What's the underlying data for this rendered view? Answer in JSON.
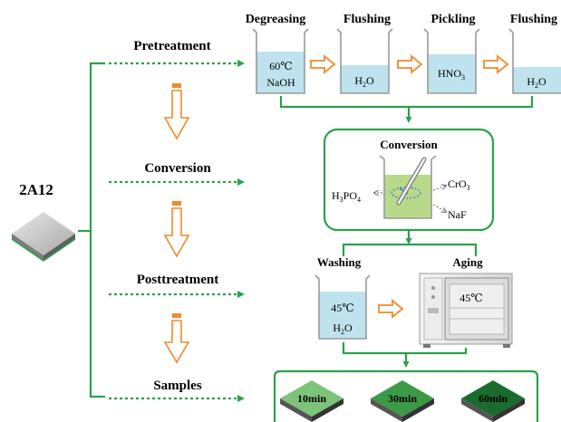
{
  "material": {
    "name": "2A12"
  },
  "stages": {
    "pretreatment": "Pretreatment",
    "conversion": "Conversion",
    "posttreatment": "Posttreatment",
    "samples": "Samples"
  },
  "pretreatment_steps": [
    {
      "title": "Degreasing",
      "line1": "60℃",
      "line2": "NaOH"
    },
    {
      "title": "Flushing",
      "chem": "H",
      "sub": "2",
      "chem_tail": "O"
    },
    {
      "title": "Pickling",
      "chem": "HNO",
      "sub": "3",
      "chem_tail": ""
    },
    {
      "title": "Flushing",
      "chem": "H",
      "sub": "2",
      "chem_tail": "O"
    }
  ],
  "conversion_box": {
    "title": "Conversion",
    "product_left": {
      "a": "H",
      "s1": "3",
      "b": "PO",
      "s2": "4"
    },
    "product_right_top": {
      "a": "CrO",
      "s1": "3"
    },
    "product_right_bottom": "NaF"
  },
  "posttreatment_box": {
    "washing": {
      "title": "Washing",
      "temp": "45℃",
      "chem": "H",
      "sub": "2",
      "chem_tail": "O"
    },
    "aging": {
      "title": "Aging",
      "temp": "45℃"
    }
  },
  "samples": [
    {
      "label": "10min",
      "color": "#7dc37a"
    },
    {
      "label": "30min",
      "color": "#3c9a46"
    },
    {
      "label": "60min",
      "color": "#1a6b2e"
    }
  ],
  "colors": {
    "green": "#2ba14a",
    "orange": "#f08a2c",
    "liquid": "#bfe3ee",
    "conversion_liquid": "#b9d98a"
  }
}
